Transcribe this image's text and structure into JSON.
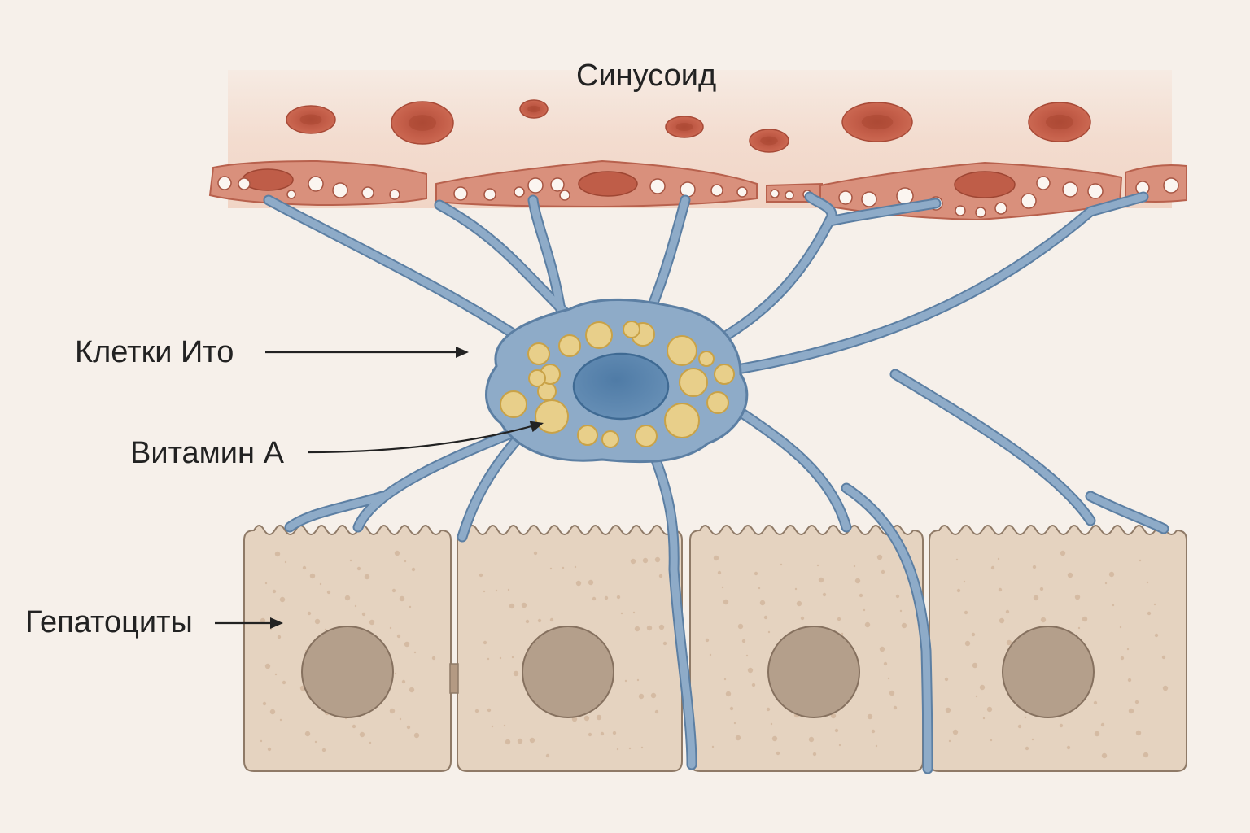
{
  "labels": {
    "sinusoid": "Синусоид",
    "ito_cells": "Клетки Ито",
    "vitamin_a": "Витамин А",
    "hepatocytes": "Гепатоциты"
  },
  "colors": {
    "background": "#f6f0ea",
    "sinusoid_band": "#f4dfd3",
    "red_blood_cell": "#c8614c",
    "endothelium": "#d9907c",
    "ito_cell": "#8eabc8",
    "ito_outline": "#5c7fa3",
    "ito_nucleus": "#5a84ad",
    "vitamin_a_droplet": "#e8cf8a",
    "hepatocyte": "#e5d3c0",
    "hepatocyte_nucleus": "#b49f8b"
  }
}
